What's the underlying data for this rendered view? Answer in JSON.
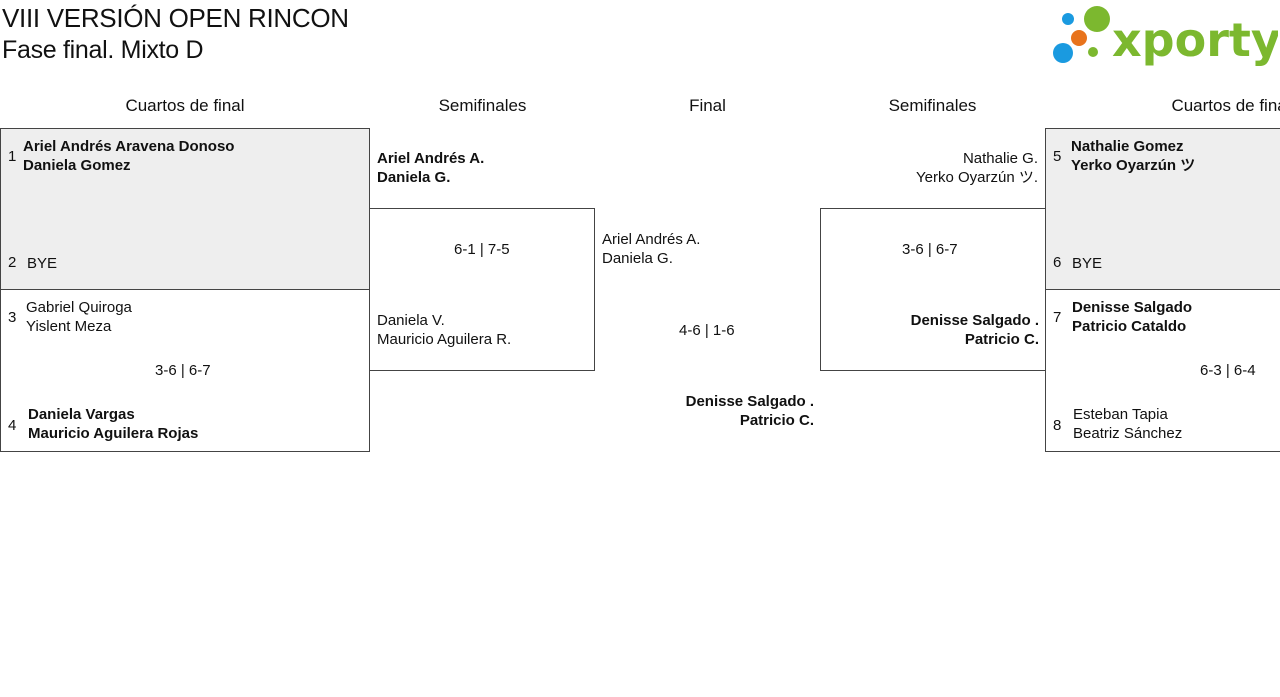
{
  "header": {
    "title": "VIII VERSIÓN OPEN RINCON",
    "subtitle": "Fase final. Mixto D",
    "logo_text": "xporty"
  },
  "columns": {
    "qf_left": "Cuartos de final",
    "sf_left": "Semifinales",
    "final": "Final",
    "sf_right": "Semifinales",
    "qf_right": "Cuartos de final"
  },
  "colors": {
    "logo_green": "#7cb82f",
    "logo_blue": "#1a9ae0",
    "logo_orange": "#e8731c",
    "grey_box": "#eeeeee"
  },
  "qf_left": {
    "m1": {
      "seed_a": "1",
      "team_a": [
        "Ariel Andrés Aravena Donoso",
        "Daniela Gomez"
      ],
      "seed_b": "2",
      "team_b": [
        "BYE"
      ]
    },
    "m2": {
      "seed_a": "3",
      "team_a": [
        "Gabriel Quiroga",
        "Yislent Meza"
      ],
      "score": "3-6 | 6-7",
      "seed_b": "4",
      "team_b": [
        "Daniela Vargas",
        "Mauricio Aguilera Rojas"
      ]
    }
  },
  "sf_left": {
    "team_a": [
      "Ariel Andrés A.",
      "Daniela G."
    ],
    "score": "6-1 | 7-5",
    "team_b": [
      "Daniela V.",
      "Mauricio Aguilera R."
    ]
  },
  "final": {
    "team_a": [
      "Ariel Andrés A.",
      "Daniela G."
    ],
    "score": "4-6 | 1-6",
    "team_b": [
      "Denisse Salgado .",
      "Patricio C."
    ]
  },
  "sf_right": {
    "team_a": [
      "Nathalie G.",
      "Yerko Oyarzún ツ."
    ],
    "score": "3-6 | 6-7",
    "team_b": [
      "Denisse Salgado .",
      "Patricio C."
    ]
  },
  "qf_right": {
    "m1": {
      "seed_a": "5",
      "team_a": [
        "Nathalie Gomez",
        "Yerko Oyarzún ツ"
      ],
      "seed_b": "6",
      "team_b": [
        "BYE"
      ]
    },
    "m2": {
      "seed_a": "7",
      "team_a": [
        "Denisse Salgado",
        "Patricio Cataldo"
      ],
      "score": "6-3 | 6-4",
      "seed_b": "8",
      "team_b": [
        "Esteban Tapia",
        "Beatriz Sánchez"
      ]
    }
  }
}
